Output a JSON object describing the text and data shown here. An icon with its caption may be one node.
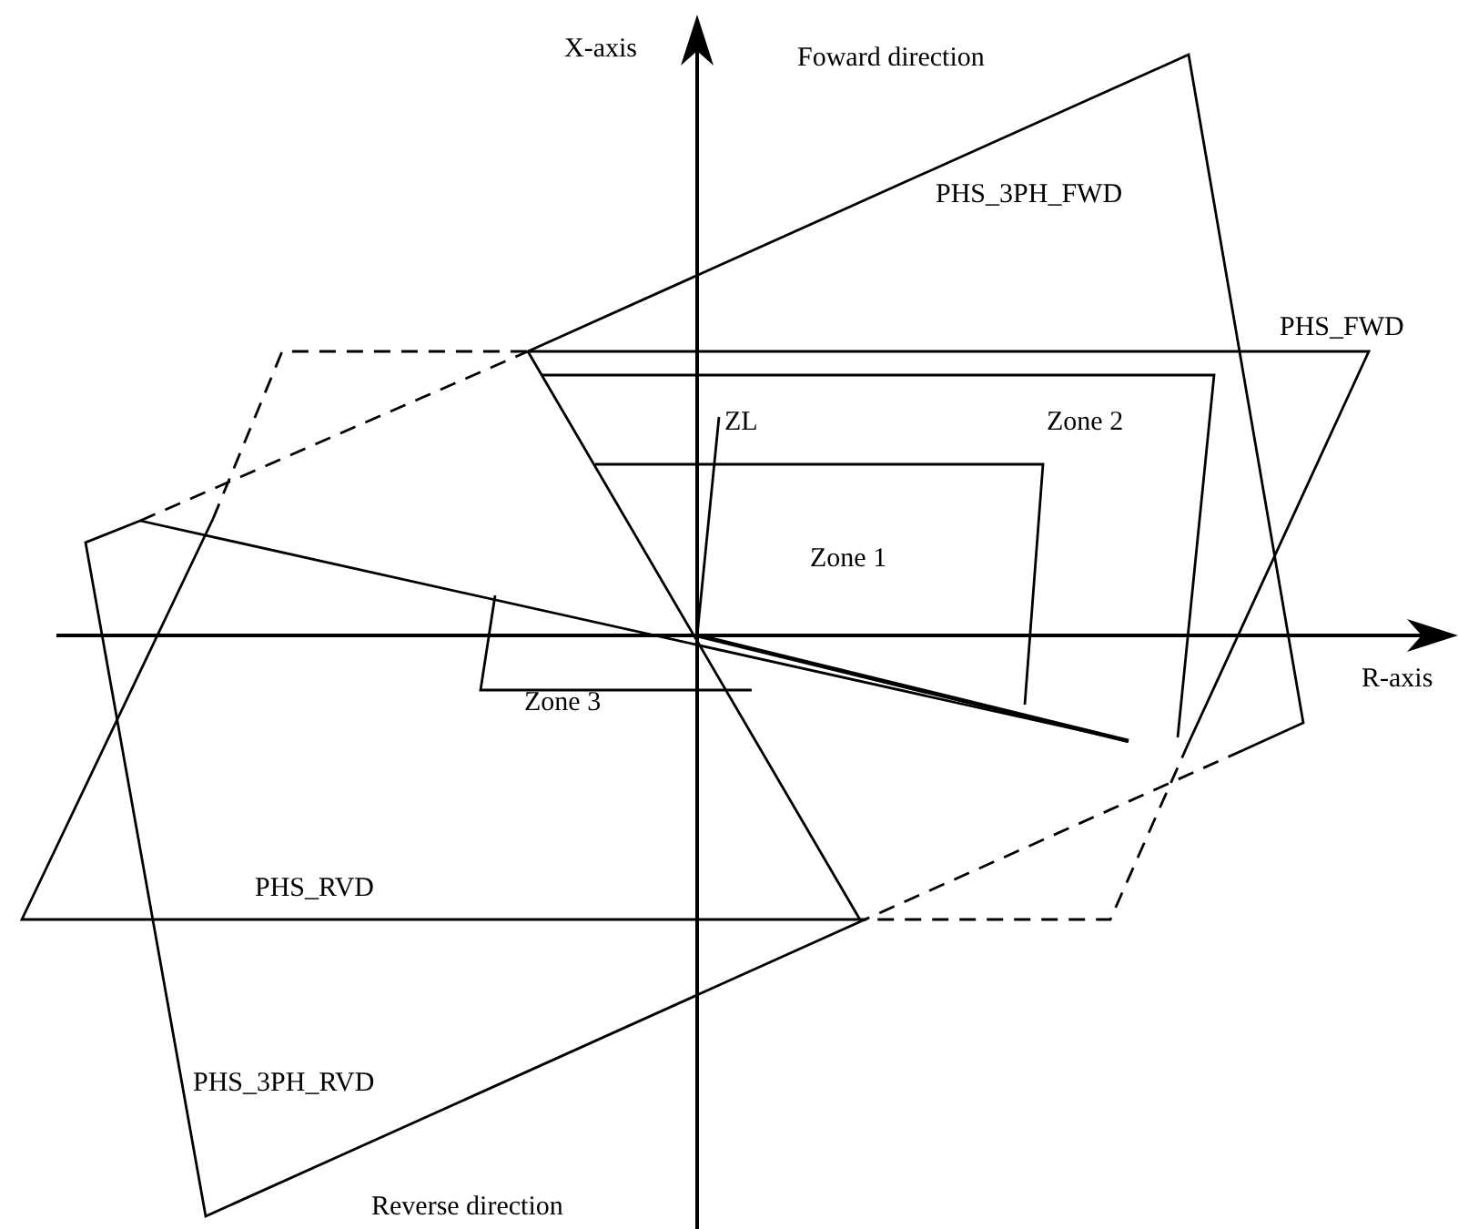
{
  "diagram": {
    "labels": [
      "X-axis",
      "Foward direction",
      "PHS_3PH_FWD",
      "PHS_FWD",
      "ZL",
      "Zone 2",
      "Zone 1",
      "R-axis",
      "Zone 3",
      "PHS_RVD",
      "PHS_3PH_RVD",
      "Reverse direction"
    ]
  }
}
